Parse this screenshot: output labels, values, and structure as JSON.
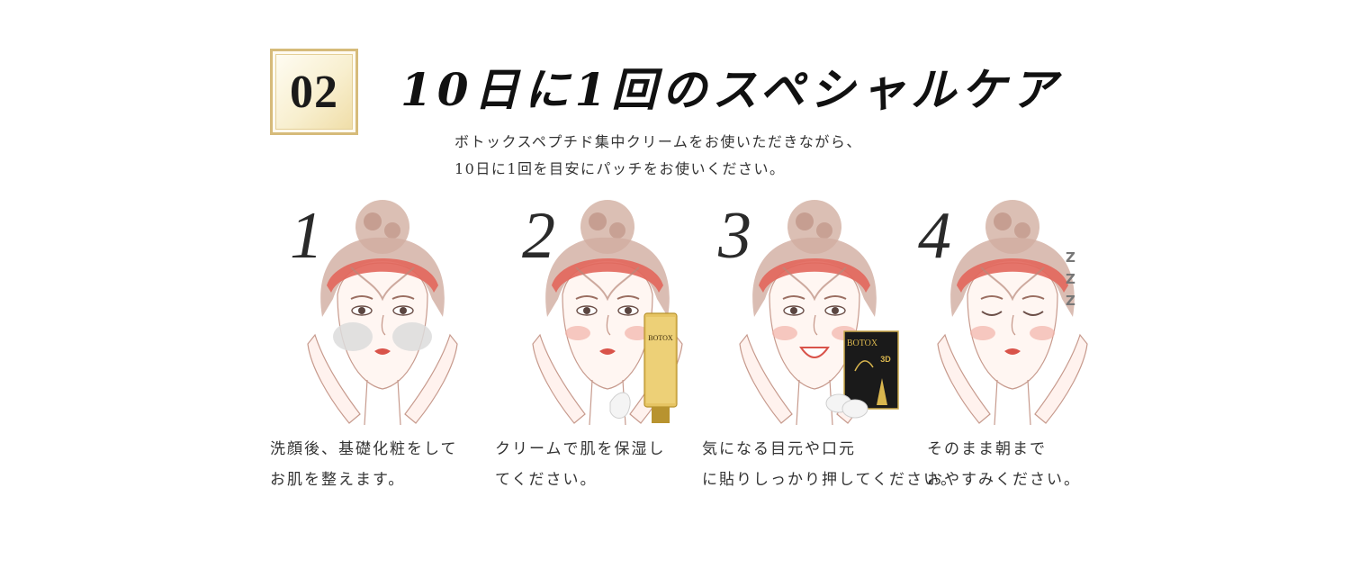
{
  "badge": {
    "number": "02"
  },
  "title": "10日に1回のスペシャルケア",
  "intro": {
    "line1": "ボトックスペプチド集中クリームをお使いただきながら、",
    "line2": "10日に1回を目安にパッチをお使いください。"
  },
  "steps": [
    {
      "number": "1",
      "line1": "洗顔後、基礎化粧をして",
      "line2": "お肌を整えます。"
    },
    {
      "number": "2",
      "line1": "クリームで肌を保湿し",
      "line2": "てください。"
    },
    {
      "number": "3",
      "line1": "気になる目元や口元",
      "line2": "に貼りしっかり押してください。"
    },
    {
      "number": "4",
      "line1": "そのまま朝まで",
      "line2": "おやすみください。"
    }
  ],
  "products": {
    "cream_label": "BOTOX",
    "patch_label": "BOTOX",
    "patch_badge": "3D"
  },
  "sleep": {
    "z1": "Z",
    "z2": "Z",
    "z3": "Z"
  },
  "colors": {
    "headband": "#e2665b",
    "hair": "#b8897a",
    "cheek": "#f2b3a9",
    "lips": "#d9534a",
    "gold": "#d6bb7a"
  }
}
